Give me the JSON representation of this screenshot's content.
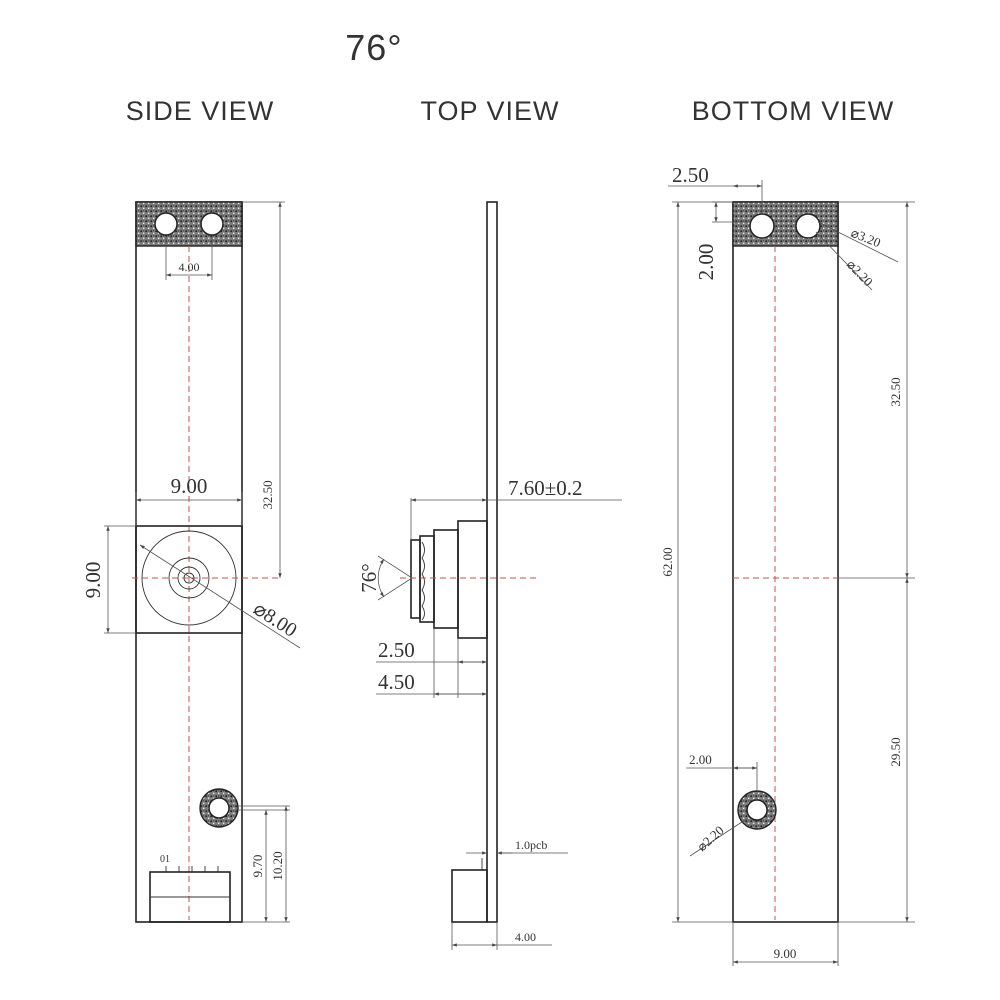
{
  "header": {
    "angle_title": "76°"
  },
  "views": {
    "side": {
      "title": "SIDE VIEW",
      "dim_hole_pitch": "4.00",
      "dim_width": "9.00",
      "dim_height": "9.00",
      "dim_length_upper": "32.50",
      "dim_lens_diameter": "⌀8.00",
      "dim_lower_a": "9.70",
      "dim_lower_b": "10.20",
      "connector_pin_label": "01"
    },
    "top": {
      "title": "TOP VIEW",
      "dim_lens_height": "7.60±0.2",
      "dim_fov": "76°",
      "dim_a": "2.50",
      "dim_b": "4.50",
      "dim_pcb": "1.0pcb",
      "dim_connector": "4.00"
    },
    "bottom": {
      "title": "BOTTOM  VIEW",
      "dim_top_offset": "2.50",
      "dim_side_offset": "2.00",
      "dim_hole_large": "⌀3.20",
      "dim_hole_small": "⌀2.20",
      "dim_upper": "32.50",
      "dim_total": "62.00",
      "dim_lower": "29.50",
      "dim_hole_offset": "2.00",
      "dim_hole_lower": "⌀2.20",
      "dim_width": "9.00"
    }
  }
}
